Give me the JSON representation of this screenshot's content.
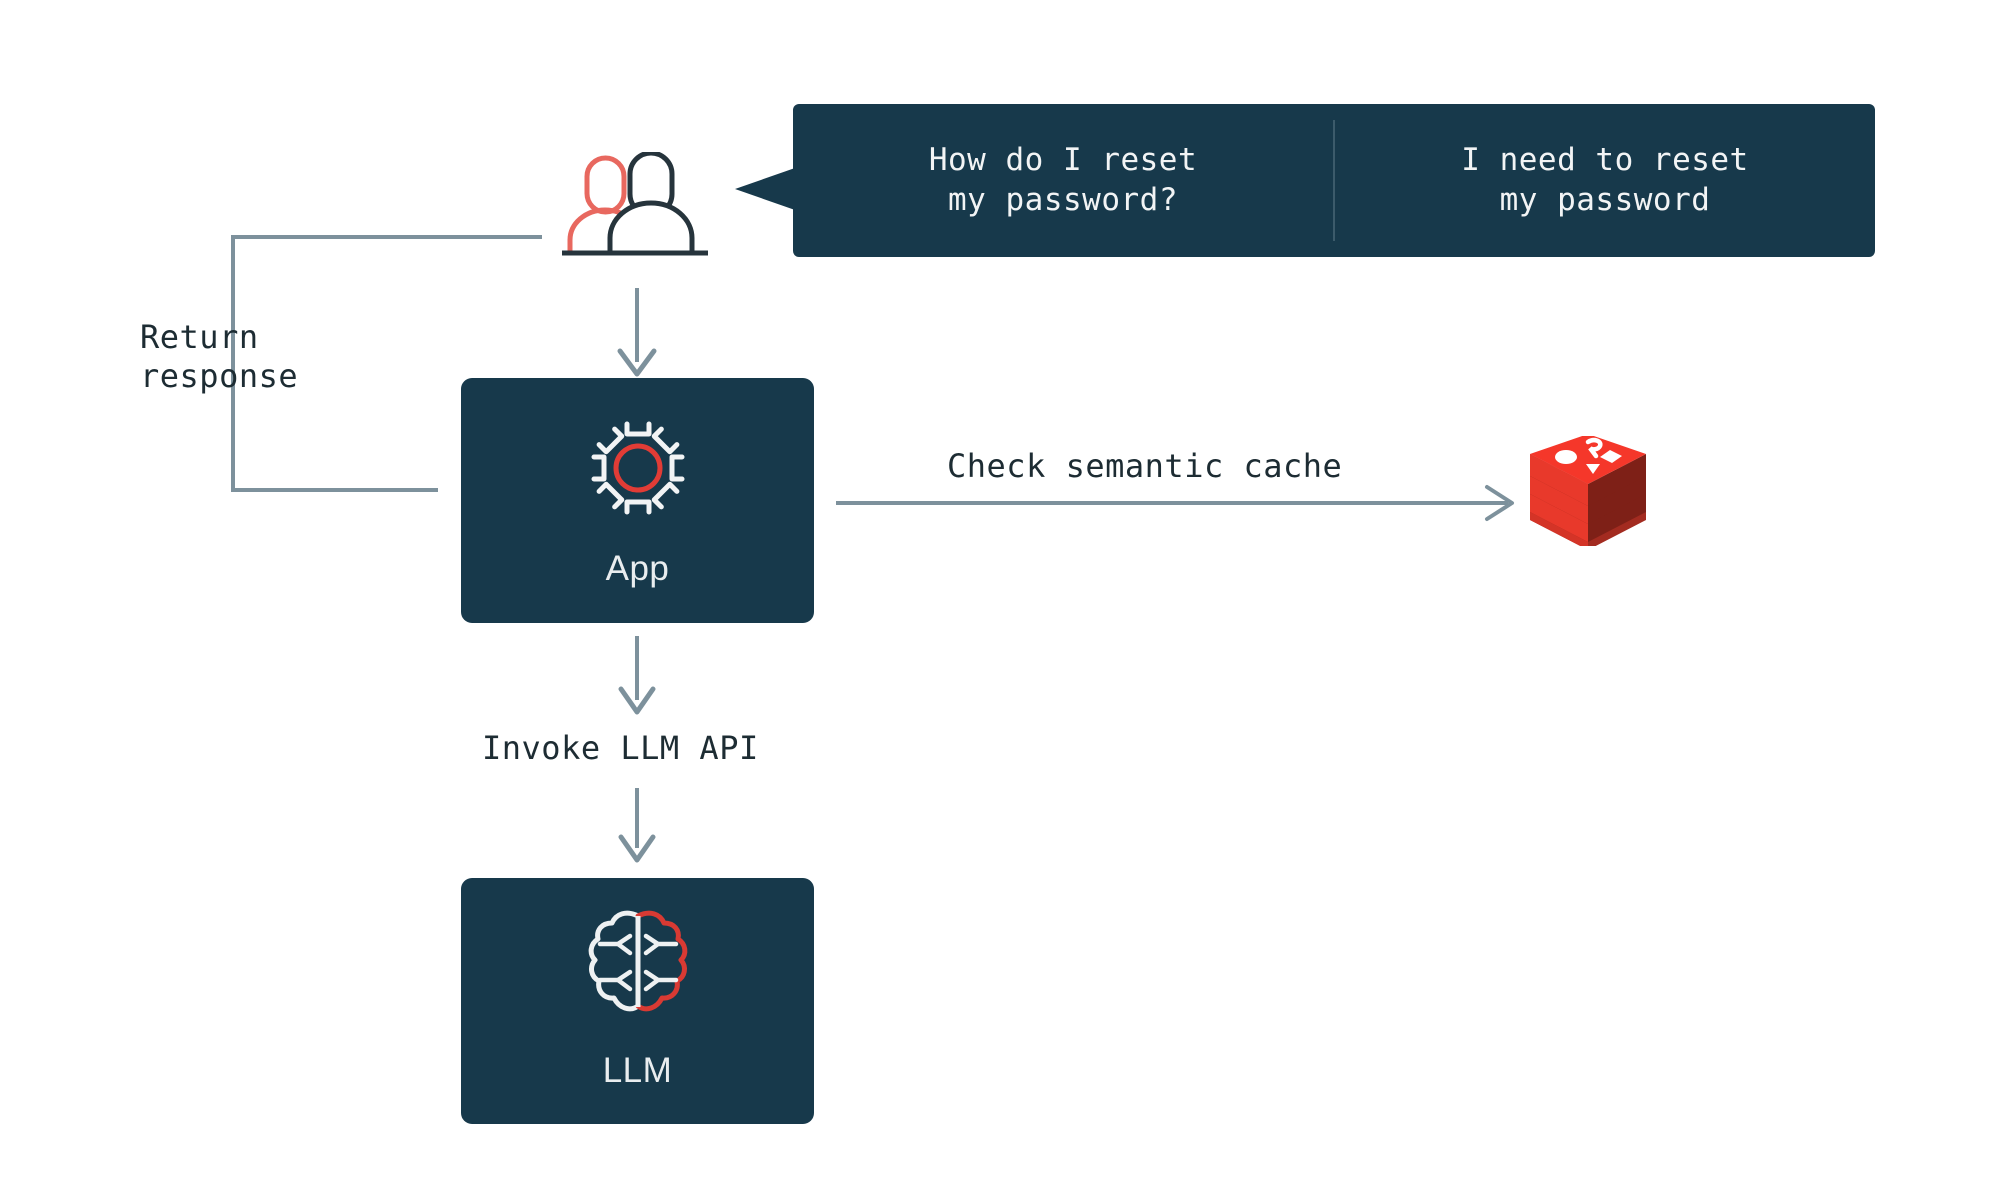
{
  "diagram": {
    "title": "Semantic cache LLM application flow",
    "background_color": "#ffffff",
    "card_color": "#17394b",
    "accent_red": "#e13c36",
    "line_color": "#7d919c",
    "text_dark": "#1d2c33",
    "text_light": "#e9edef"
  },
  "bubble": {
    "prompts": [
      {
        "text": "How do I reset\nmy password?"
      },
      {
        "text": "I need to reset\nmy password"
      }
    ]
  },
  "nodes": [
    {
      "id": "users",
      "label": "",
      "icon": "users-icon"
    },
    {
      "id": "app",
      "label": "App",
      "icon": "gear-icon"
    },
    {
      "id": "llm",
      "label": "LLM",
      "icon": "brain-icon"
    },
    {
      "id": "redis",
      "label": "",
      "icon": "redis-cube-icon"
    }
  ],
  "edges": [
    {
      "id": "return",
      "label": "Return\nresponse",
      "from": "app",
      "to": "users",
      "arrowhead": false
    },
    {
      "id": "user-to-app",
      "label": "",
      "from": "users",
      "to": "app",
      "arrowhead": true
    },
    {
      "id": "check-cache",
      "label": "Check semantic cache",
      "from": "app",
      "to": "redis",
      "arrowhead": true
    },
    {
      "id": "invoke",
      "label": "Invoke LLM API",
      "from": "app",
      "to": "llm",
      "arrowhead": true
    }
  ]
}
